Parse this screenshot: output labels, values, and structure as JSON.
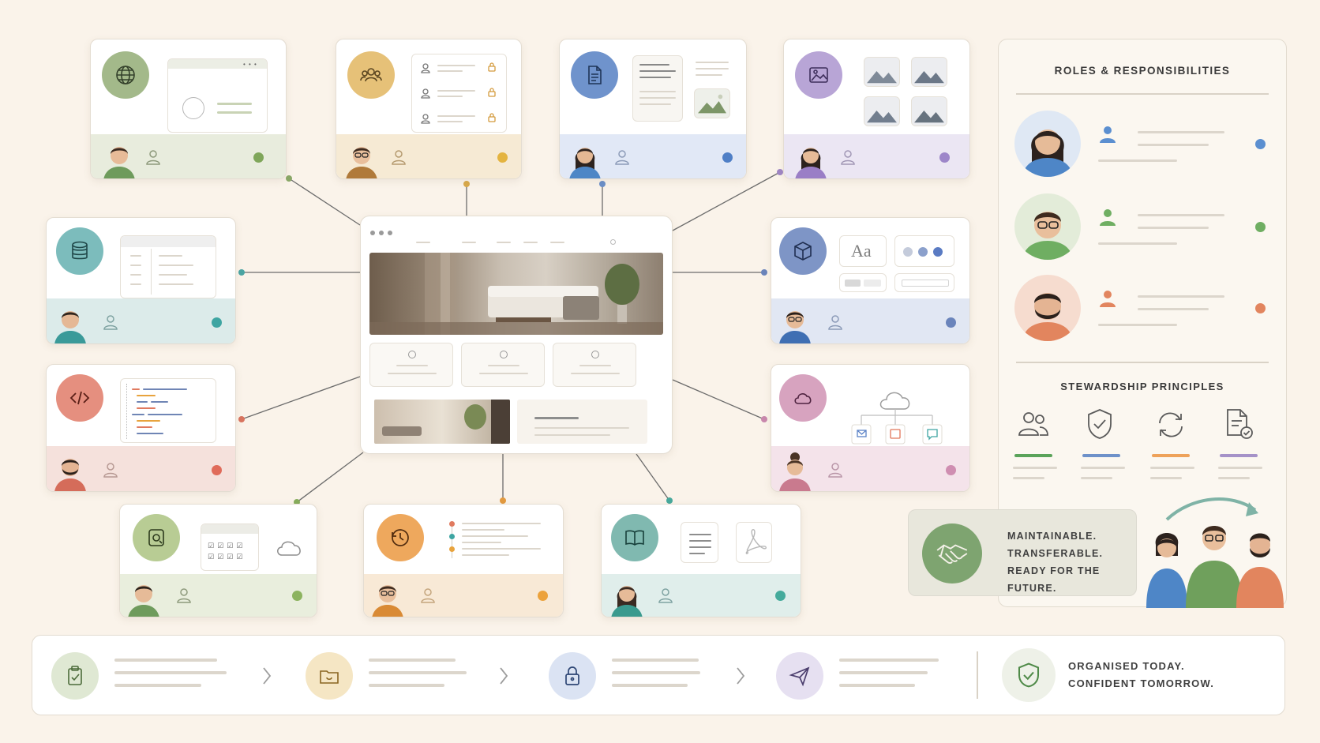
{
  "panel": {
    "roles_title": "ROLES & RESPONSIBILITIES",
    "principles_title": "STEWARDSHIP PRINCIPLES",
    "role_colors": [
      "#5b8fd0",
      "#6fae62",
      "#e2855e"
    ],
    "principle_icons": [
      "people-icon",
      "shield-check-icon",
      "refresh-icon",
      "document-check-icon"
    ],
    "principle_colors": [
      "#5aa35a",
      "#6e91c9",
      "#eea25a",
      "#a592c8"
    ]
  },
  "handover": {
    "lines": [
      "MAINTAINABLE.",
      "TRANSFERABLE.",
      "READY FOR THE FUTURE."
    ]
  },
  "bottom_bar": {
    "steps": [
      {
        "icon": "clipboard-check-icon",
        "color": "#dfe8d3"
      },
      {
        "icon": "folder-icon",
        "color": "#f5e6c4"
      },
      {
        "icon": "lock-icon",
        "color": "#dbe3f3"
      },
      {
        "icon": "send-icon",
        "color": "#e6e0f1"
      }
    ],
    "tagline_1": "ORGANISED TODAY.",
    "tagline_2": "CONFIDENT TOMORROW."
  },
  "center_card": {
    "accent": "#b58a55"
  },
  "modules": [
    {
      "name": "web",
      "icon": "globe-icon",
      "color": "#a3b98a",
      "foot": "#e8ecdd",
      "dot": "#7fa65a"
    },
    {
      "name": "access",
      "icon": "users-icon",
      "color": "#e6c178",
      "foot": "#f6ead4",
      "dot": "#e4b440"
    },
    {
      "name": "content",
      "icon": "document-icon",
      "color": "#6f93cc",
      "foot": "#e1e8f6",
      "dot": "#4f7fc6"
    },
    {
      "name": "media",
      "icon": "image-icon",
      "color": "#b8a5d6",
      "foot": "#ebe6f3",
      "dot": "#9d86c9"
    },
    {
      "name": "database",
      "icon": "database-icon",
      "color": "#7cbcbc",
      "foot": "#dcebea",
      "dot": "#3ea5a2"
    },
    {
      "name": "design",
      "icon": "cube-icon",
      "color": "#7e95c6",
      "foot": "#e1e7f3",
      "dot": "#6a84bb"
    },
    {
      "name": "code",
      "icon": "code-icon",
      "color": "#e58f7f",
      "foot": "#f5e1dc",
      "dot": "#e06b5a"
    },
    {
      "name": "cloud",
      "icon": "cloud-icon",
      "color": "#d7a3bf",
      "foot": "#f4e3ea",
      "dot": "#cf8eb1"
    },
    {
      "name": "backup",
      "icon": "backup-icon",
      "color": "#b8cc94",
      "foot": "#e9eedd",
      "dot": "#8cb35f"
    },
    {
      "name": "history",
      "icon": "clock-icon",
      "color": "#eea85d",
      "foot": "#f8e9d6",
      "dot": "#eca23c"
    },
    {
      "name": "docs",
      "icon": "book-icon",
      "color": "#80b9b0",
      "foot": "#e0eeeb",
      "dot": "#45ab9c"
    }
  ]
}
